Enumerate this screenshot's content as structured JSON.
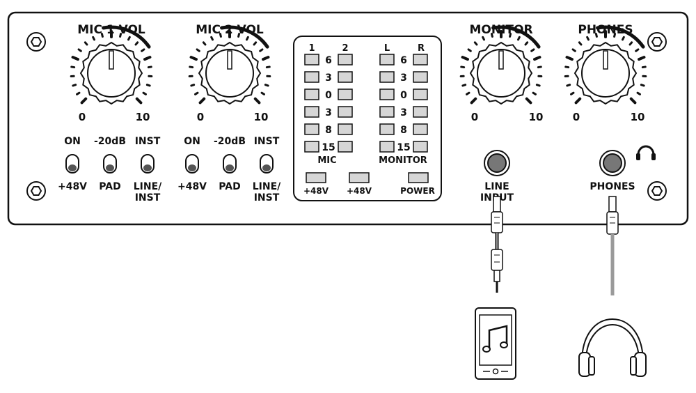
{
  "colors": {
    "ink": "#111111",
    "panel": "#ffffff",
    "meter": "#d6d6d6",
    "knob": "#ffffff",
    "cable": "#9a9a9a"
  },
  "knobs": [
    {
      "title": "MIC 1 VOL",
      "min": "0",
      "max": "10"
    },
    {
      "title": "MIC 2 VOL",
      "min": "0",
      "max": "10"
    },
    {
      "title": "MONITOR",
      "min": "0",
      "max": "10"
    },
    {
      "title": "PHONES",
      "min": "0",
      "max": "10"
    }
  ],
  "switches": [
    {
      "top": "ON",
      "bottom": "+48V"
    },
    {
      "top": "-20dB",
      "bottom": "PAD"
    },
    {
      "top": "INST",
      "bottom": "LINE/\nINST"
    },
    {
      "top": "ON",
      "bottom": "+48V"
    },
    {
      "top": "-20dB",
      "bottom": "PAD"
    },
    {
      "top": "INST",
      "bottom": "LINE/\nINST"
    }
  ],
  "meter": {
    "mic_channels": [
      "1",
      "2"
    ],
    "monitor_channels": [
      "L",
      "R"
    ],
    "levels": [
      "6",
      "3",
      "0",
      "3",
      "8",
      "15"
    ],
    "mic_label": "MIC",
    "monitor_label": "MONITOR",
    "leds": [
      "+48V",
      "+48V",
      "POWER"
    ]
  },
  "jacks": [
    {
      "label": "LINE\nINPUT"
    },
    {
      "label": "PHONES"
    }
  ],
  "icons": [
    "headphone-icon",
    "screw-icon",
    "music-note-icon",
    "phone-device-icon",
    "headphones-device-icon"
  ]
}
